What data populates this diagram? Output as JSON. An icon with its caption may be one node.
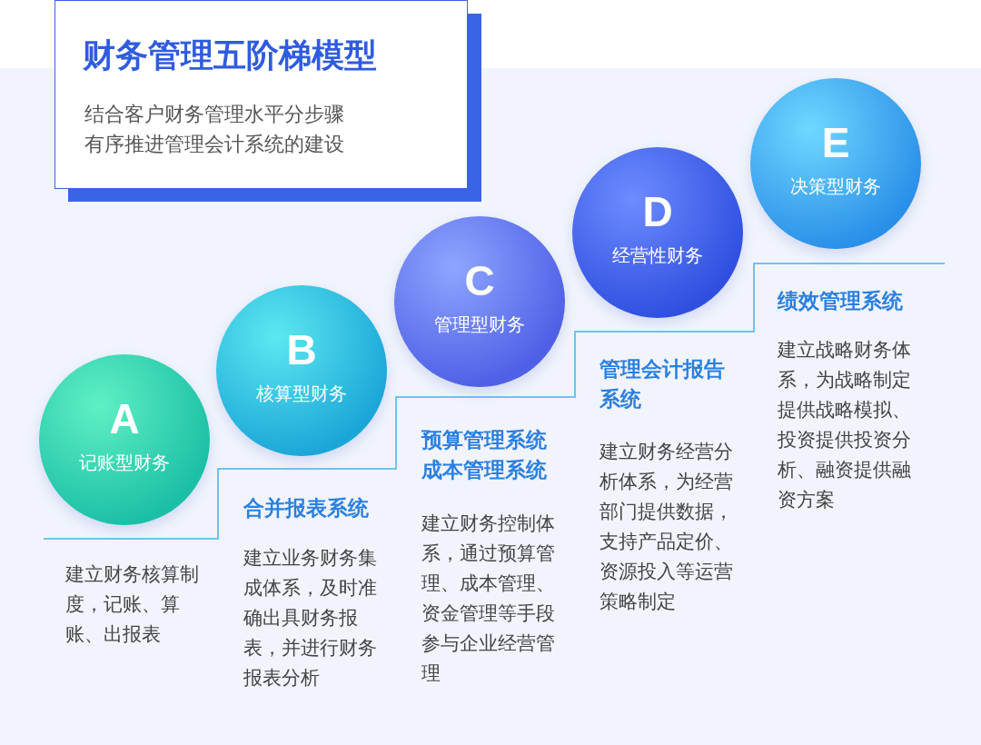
{
  "diagram": {
    "nodes": [
      {
        "text": [
          "财务管理五阶梯模型",
          "结合客户财务管理水平分步骤有序推进管理会计系统的建设"
        ]
      },
      {
        "text": [
          "A",
          "记账型财务"
        ]
      },
      {
        "text": [
          "B",
          "核算型财务"
        ]
      },
      {
        "text": [
          "C",
          "管理型财务"
        ]
      },
      {
        "text": [
          "D",
          "经营性财务"
        ]
      },
      {
        "text": [
          "E",
          "决策型财务"
        ]
      }
    ],
    "edges": [],
    "labels": [
      "建立财务核算制度，记账、算账、出报表",
      "合并报表系统",
      "建立业务财务集成体系，及时准确出具财务报表，并进行财务报表分析",
      "预算管理系统",
      "成本管理系统",
      "建立财务控制体系，通过预算管理、成本管理、资金管理等手段参与企业经营管理",
      "管理会计报告系统",
      "建立财务经营分析体系，为经营部门提供数据，支持产品定价、资源投入等运营策略制定",
      "绩效管理系统",
      "建立战略财务体系，为战略制定提供战略模拟、投资提供投资分析、融资提供融资方案"
    ]
  }
}
